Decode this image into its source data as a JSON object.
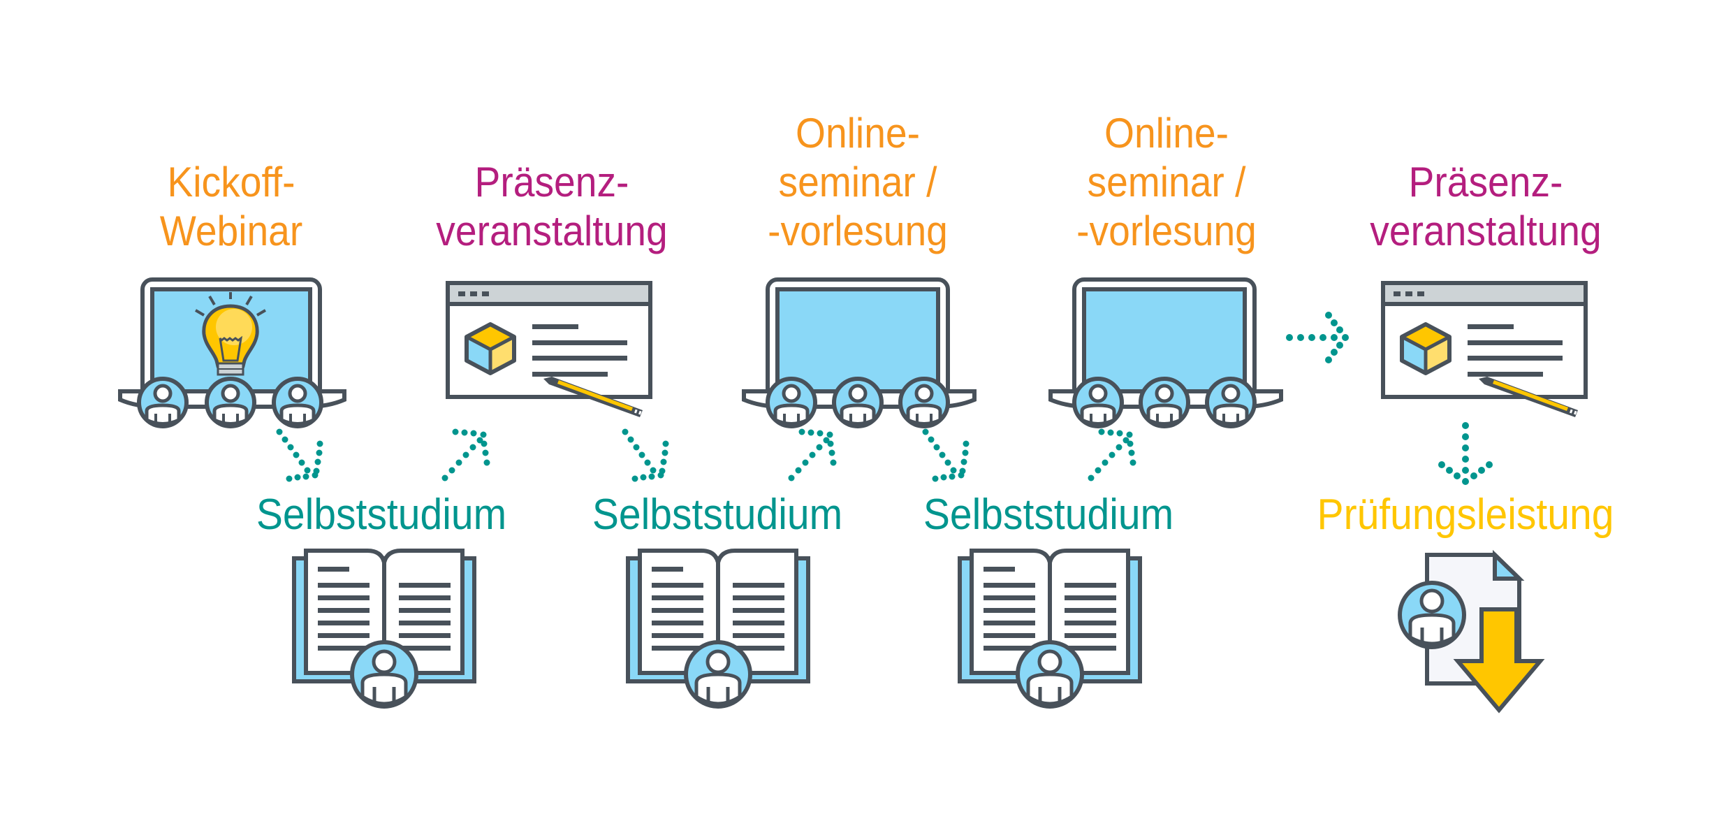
{
  "diagram": {
    "title_nodes": [
      {
        "id": "kickoff",
        "lines": [
          "Kickoff-",
          "Webinar"
        ],
        "color": "#F7941D",
        "icon": "laptop-lightbulb-audience-icon"
      },
      {
        "id": "praesenz-1",
        "lines": [
          "Präsenz-",
          "veranstaltung"
        ],
        "color": "#B41E7E",
        "icon": "presentation-window-icon"
      },
      {
        "id": "online-1",
        "lines": [
          "Online-",
          "seminar /",
          "-vorlesung"
        ],
        "color": "#F7941D",
        "icon": "laptop-audience-icon"
      },
      {
        "id": "online-2",
        "lines": [
          "Online-",
          "seminar /",
          "-vorlesung"
        ],
        "color": "#F7941D",
        "icon": "laptop-audience-icon"
      },
      {
        "id": "praesenz-2",
        "lines": [
          "Präsenz-",
          "veranstaltung"
        ],
        "color": "#B41E7E",
        "icon": "presentation-window-icon"
      }
    ],
    "bottom_nodes": [
      {
        "id": "selbststudium-1",
        "label": "Selbststudium",
        "color": "#00958E",
        "icon": "open-book-person-icon"
      },
      {
        "id": "selbststudium-2",
        "label": "Selbststudium",
        "color": "#00958E",
        "icon": "open-book-person-icon"
      },
      {
        "id": "selbststudium-3",
        "label": "Selbststudium",
        "color": "#00958E",
        "icon": "open-book-person-icon"
      },
      {
        "id": "pruefung",
        "label": "Prüfungsleistung",
        "color": "#FFC600",
        "icon": "document-person-download-icon"
      }
    ],
    "connections": [
      {
        "from": "kickoff",
        "to": "selbststudium-1",
        "direction": "down-right"
      },
      {
        "from": "selbststudium-1",
        "to": "praesenz-1",
        "direction": "up-right"
      },
      {
        "from": "praesenz-1",
        "to": "selbststudium-2",
        "direction": "down-right"
      },
      {
        "from": "selbststudium-2",
        "to": "online-1",
        "direction": "up-right"
      },
      {
        "from": "online-1",
        "to": "selbststudium-3",
        "direction": "down-right"
      },
      {
        "from": "selbststudium-3",
        "to": "online-2",
        "direction": "up-right"
      },
      {
        "from": "online-2",
        "to": "praesenz-2",
        "direction": "right"
      },
      {
        "from": "praesenz-2",
        "to": "pruefung",
        "direction": "down"
      }
    ],
    "colors": {
      "outline": "#48515A",
      "screen": "#8AD8F7",
      "titlebar": "#CDD3D6",
      "arrow": "#00958E",
      "bulb": "#FFC600",
      "bulb_light": "#FFDE6E",
      "document": "#F5F6FA"
    }
  }
}
